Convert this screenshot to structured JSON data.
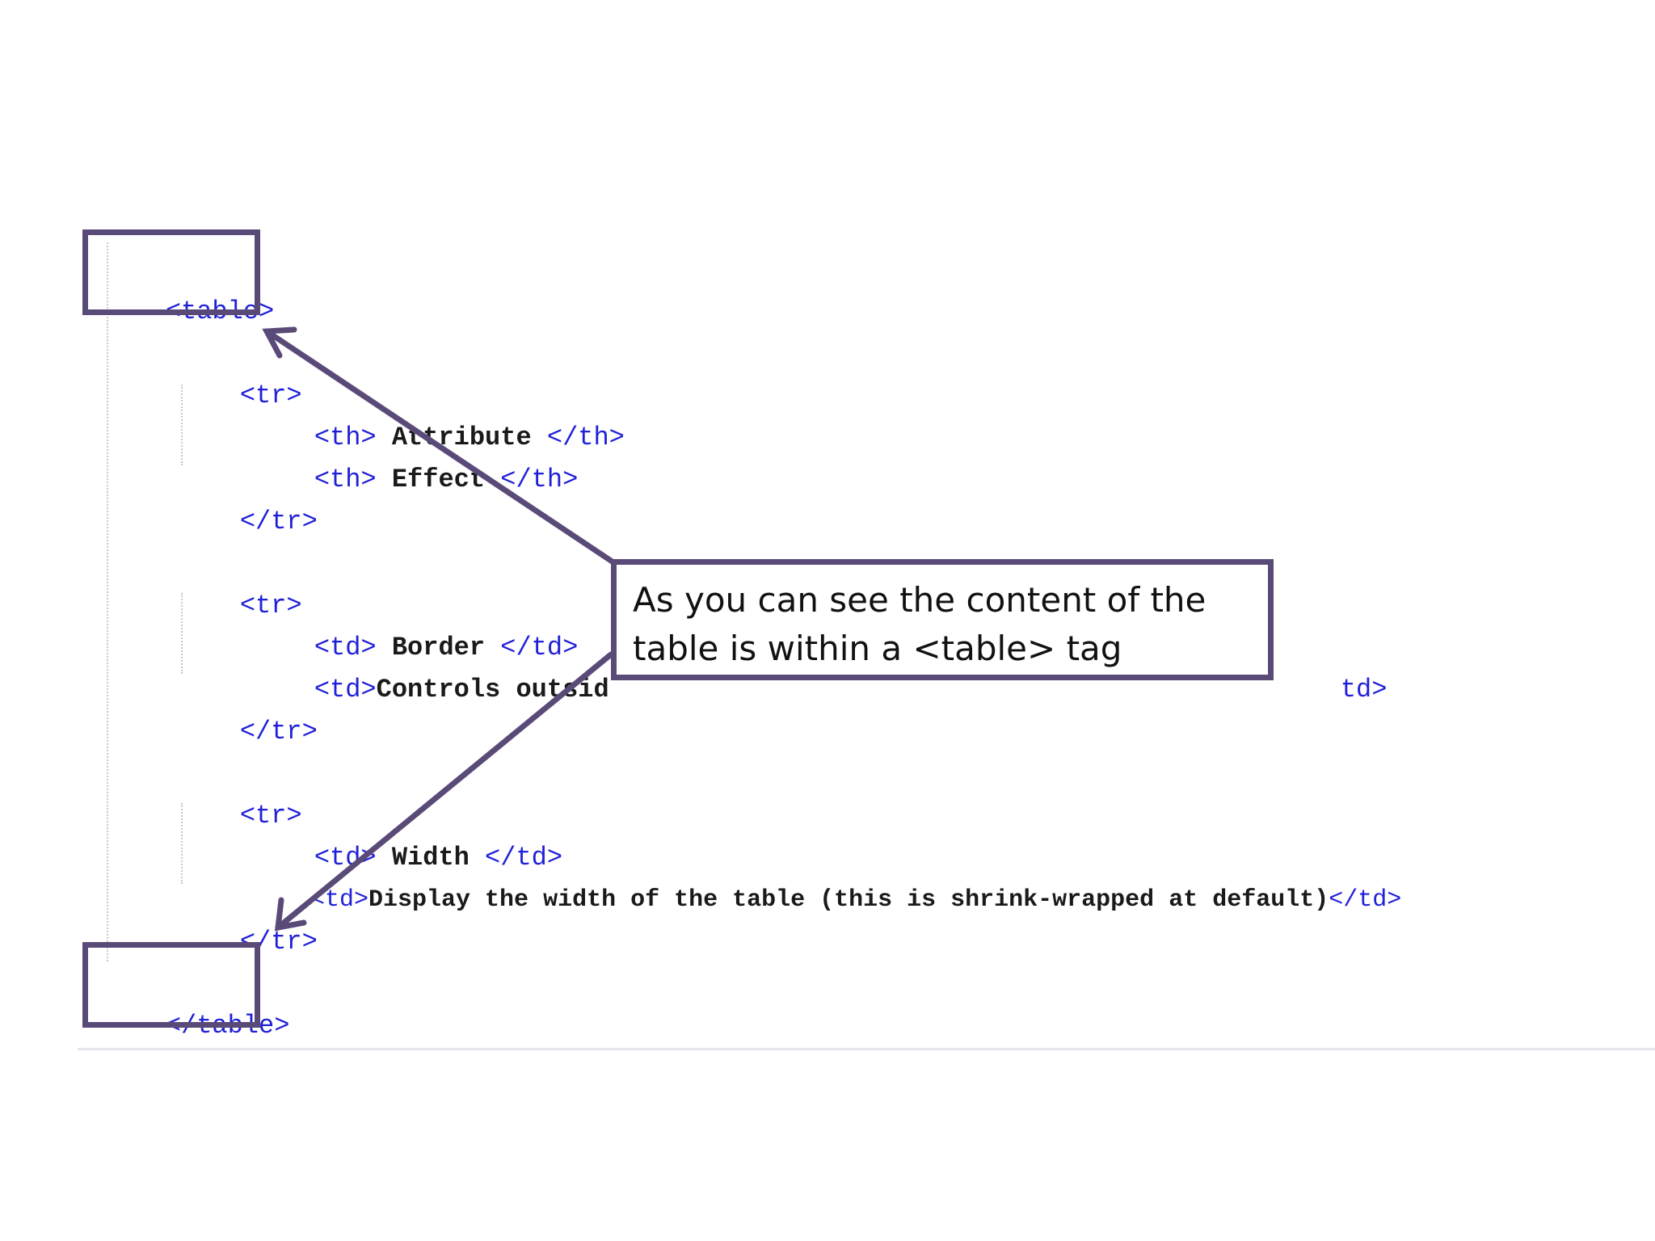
{
  "code": {
    "line1": {
      "tag": "<table>"
    },
    "line2": {
      "tag": "<tr>"
    },
    "line3": {
      "open": "<th>",
      "text": " Attribute ",
      "close": "</th>"
    },
    "line4": {
      "open": "<th>",
      "text": " Effect ",
      "close": "</th>"
    },
    "line5": {
      "tag": "</tr>"
    },
    "line6": {
      "tag": "<tr>"
    },
    "line7": {
      "open": "<td>",
      "text": " Border ",
      "close": "</td>"
    },
    "line8": {
      "open": "<td>",
      "text": "Controls outsid",
      "close": "td>"
    },
    "line9": {
      "tag": "</tr>"
    },
    "line10": {
      "tag": "<tr>"
    },
    "line11": {
      "open": "<td>",
      "text": " Width ",
      "close": "</td>"
    },
    "line12": {
      "open": "<td>",
      "text": "Display the width of the table (this is shrink-wrapped at default)",
      "close": "</td>"
    },
    "line13": {
      "tag": "</tr>"
    },
    "line14": {
      "tag": "</table>"
    }
  },
  "callout": {
    "line1": "As you can see the content of the",
    "line2": "table is within a <table> tag"
  },
  "colors": {
    "tag": "#2020d8",
    "text": "#1a1a1a",
    "annotation": "#5a4a78",
    "background": "#ffffff"
  }
}
